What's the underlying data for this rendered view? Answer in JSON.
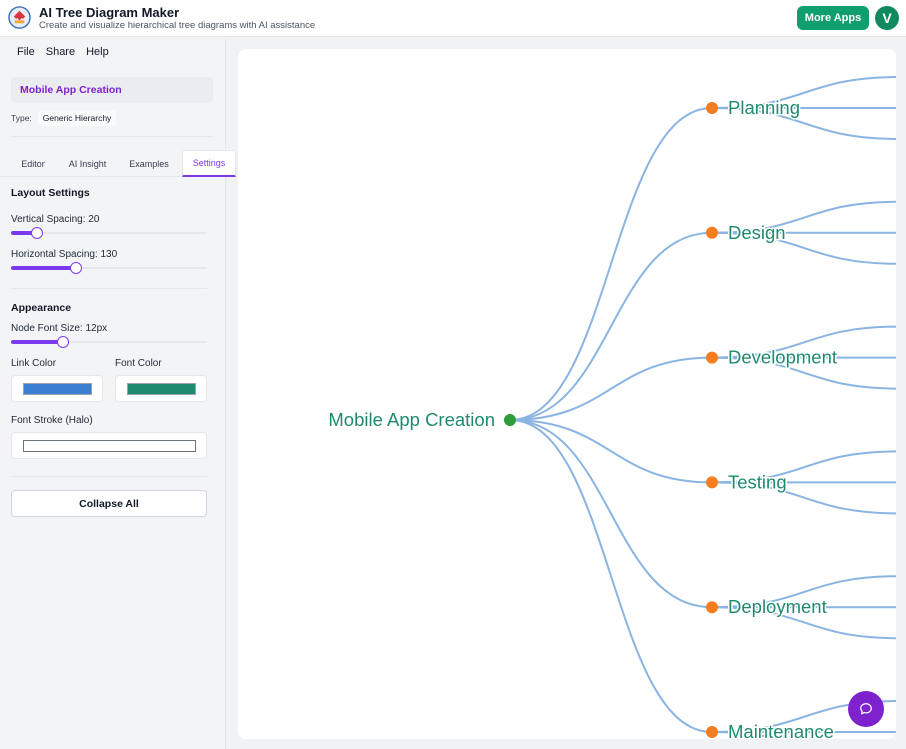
{
  "header": {
    "title": "AI Tree Diagram Maker",
    "subtitle": "Create and visualize hierarchical tree diagrams with AI assistance",
    "more_apps_label": "More Apps",
    "avatar_initial": "V"
  },
  "menu": {
    "items": [
      "File",
      "Share",
      "Help"
    ]
  },
  "diagram": {
    "name": "Mobile App Creation",
    "type_label": "Type:",
    "type_value": "Generic Hierarchy"
  },
  "tabs": [
    {
      "label": "Editor",
      "active": false
    },
    {
      "label": "AI Insight",
      "active": false
    },
    {
      "label": "Examples",
      "active": false
    },
    {
      "label": "Settings",
      "active": true
    }
  ],
  "settings": {
    "layout_title": "Layout Settings",
    "vertical_spacing": {
      "label": "Vertical Spacing: 20",
      "level": 0.13
    },
    "horizontal_spacing": {
      "label": "Horizontal Spacing: 130",
      "level": 0.33
    },
    "appearance_title": "Appearance",
    "node_font_size": {
      "label": "Node Font Size: 12px",
      "level": 0.27
    },
    "link_color": {
      "label": "Link Color",
      "value": "#3b7fd1"
    },
    "font_color": {
      "label": "Font Color",
      "value": "#1f8a6e"
    },
    "font_stroke": {
      "label": "Font Stroke (Halo)",
      "value": "#ffffff"
    },
    "collapse_label": "Collapse All"
  },
  "tree": {
    "root": "Mobile App Creation",
    "children": [
      "Planning",
      "Design",
      "Development",
      "Testing",
      "Deployment",
      "Maintenance"
    ],
    "colors": {
      "link": "#8ab4e2",
      "root_node": "#2e9e3a",
      "child_node": "#f57c1f",
      "text": "#1f8a6e"
    }
  },
  "icons": {
    "logo": "tree-app-logo-icon",
    "chat": "chat-bubble-icon"
  }
}
